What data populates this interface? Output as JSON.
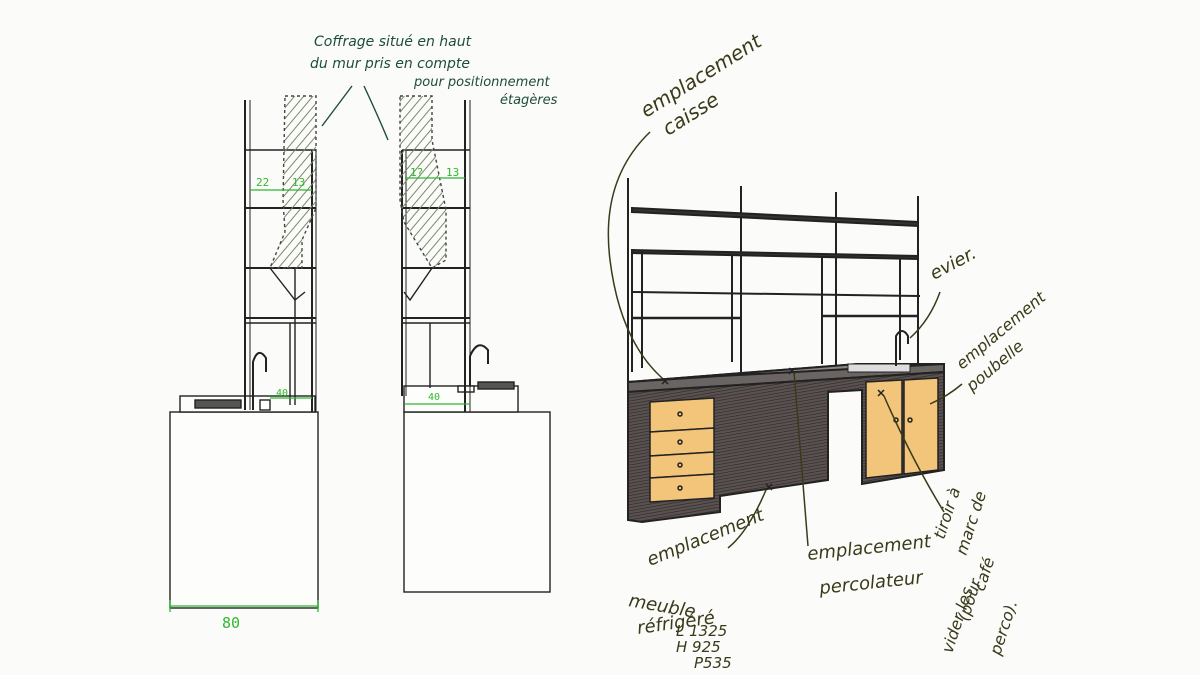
{
  "colors": {
    "ink": "#222222",
    "annotation_ink": "#3a3a1a",
    "annotation_ink_green": "#1d4d3c",
    "dimension_green": "#2fb82f",
    "wood": "#f2c57a",
    "dark_wood": "#4a4240",
    "hatch": "#7a8a66"
  },
  "elevations": {
    "width_dimension": "80",
    "left_shelf_dims": [
      "22",
      "13"
    ],
    "right_shelf_dims": [
      "1?",
      "13"
    ],
    "left_counter_dim": "40",
    "right_counter_dim": "40",
    "note_line1": "Coffrage situé en haut",
    "note_line2": "du mur pris en compte",
    "note_line3": "pour positionnement",
    "note_line4": "étagères"
  },
  "perspective": {
    "label_caisse_1": "emplacement",
    "label_caisse_2": "caisse",
    "label_evier": "evier.",
    "label_poubelle_1": "emplacement",
    "label_poubelle_2": "poubelle",
    "label_meuble_1": "emplacement",
    "label_meuble_2": "meuble",
    "label_meuble_3": "réfrigéré",
    "label_meuble_4": "L 1325",
    "label_meuble_5": "H 925",
    "label_meuble_6": "P535",
    "label_percolateur_1": "emplacement",
    "label_percolateur_2": "percolateur",
    "label_tiroir_1": "tiroir à",
    "label_tiroir_2": "marc de",
    "label_tiroir_3": "café",
    "label_tiroir_4": "(pour",
    "label_tiroir_5": "vider les",
    "label_tiroir_6": "perco)."
  }
}
